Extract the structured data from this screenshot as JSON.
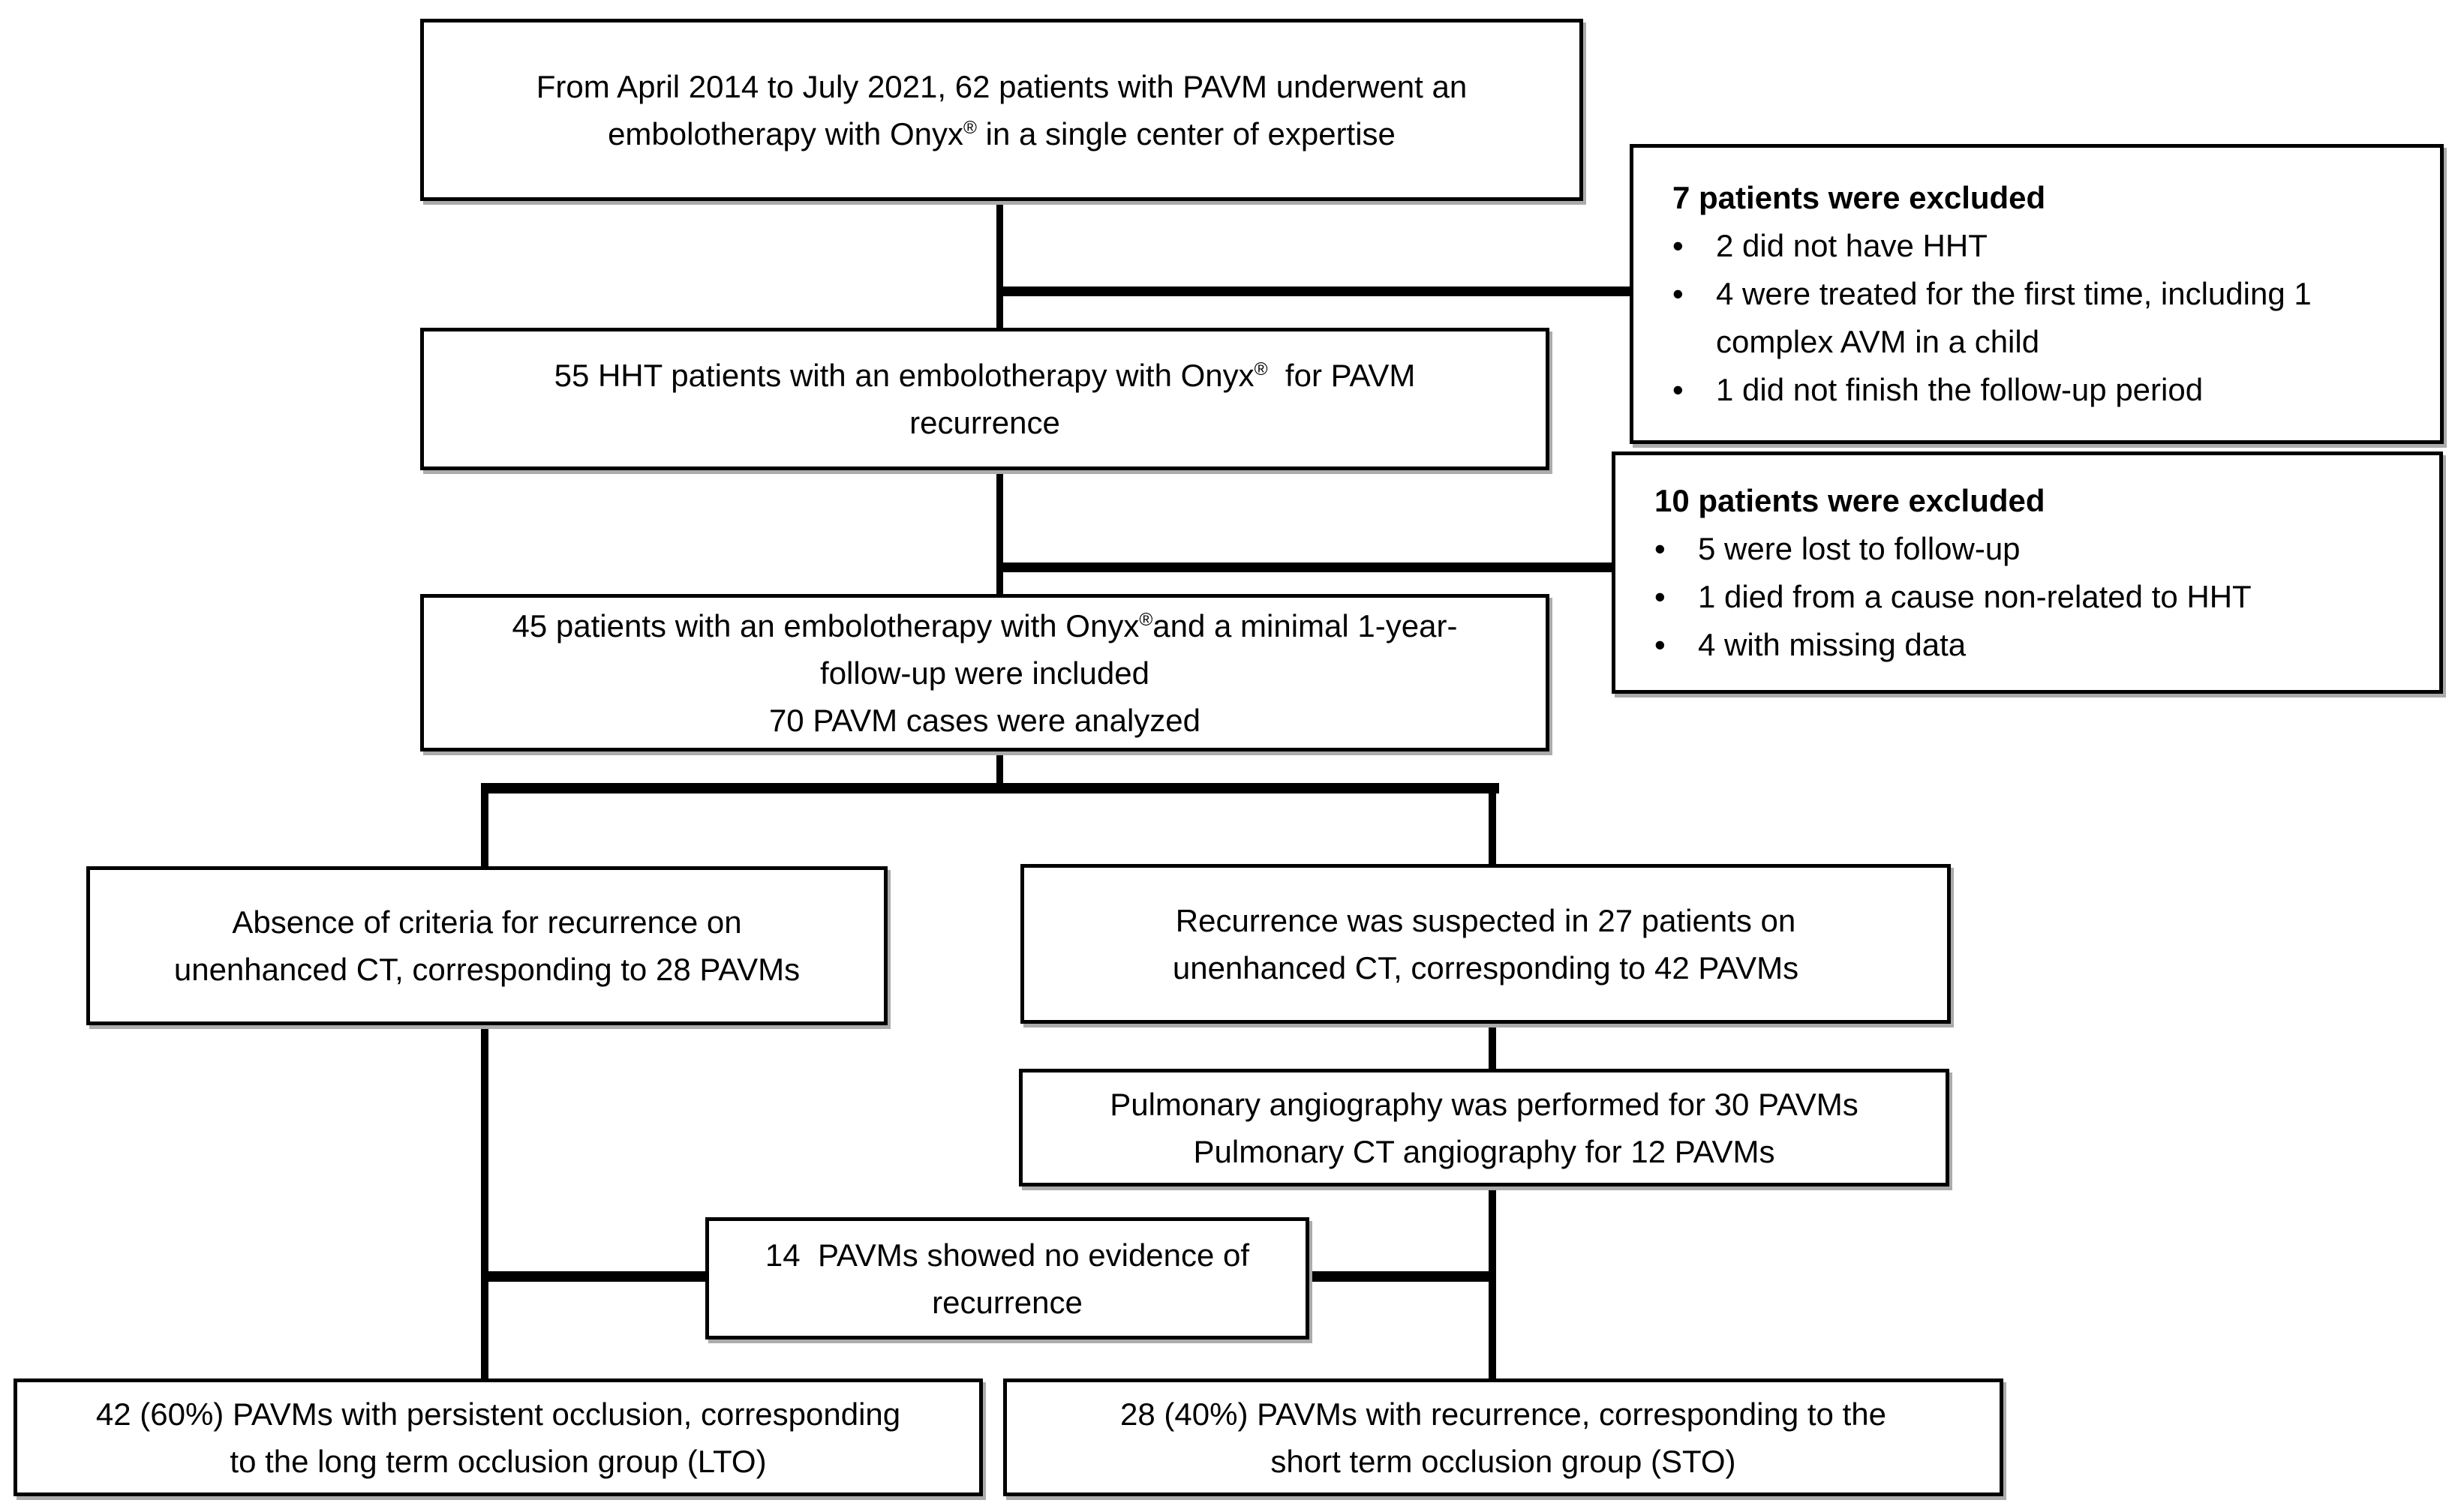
{
  "figure": {
    "type": "flowchart",
    "background_color": "#ffffff",
    "box_border_color": "#000000",
    "box_shadow_color": "#ababab",
    "text_color": "#000000",
    "boxes": {
      "start": {
        "text": "From April 2014 to July 2021, 62 patients with PAVM underwent an\nembolotherapy with Onyx® in a single center of expertise"
      },
      "excluded_7": {
        "title": "7 patients were excluded",
        "bullets": [
          "2 did not have HHT",
          "4 were treated for the first time, including 1\ncomplex AVM in a child",
          "1 did not finish the follow-up period"
        ]
      },
      "hht_55": {
        "text": "55 HHT patients with an embolotherapy with Onyx®  for PAVM\nrecurrence"
      },
      "excluded_10": {
        "title": "10 patients were excluded",
        "bullets": [
          "5 were lost to follow-up",
          "1 died from a cause non-related to HHT",
          "4 with missing data"
        ]
      },
      "included_45": {
        "text": "45 patients with an embolotherapy with Onyx®and a minimal 1-year-\nfollow-up were included\n70 PAVM cases were analyzed"
      },
      "no_recurrence_ct": {
        "text": "Absence of criteria for recurrence on\nunenhanced CT, corresponding to 28 PAVMs"
      },
      "suspected_recurrence": {
        "text": "Recurrence was suspected in 27 patients on\nunenhanced CT, corresponding to 42 PAVMs"
      },
      "angiography": {
        "text": "Pulmonary angiography was performed for 30 PAVMs\nPulmonary CT angiography for 12 PAVMs"
      },
      "no_evidence_14": {
        "text": "14  PAVMs showed no evidence of\nrecurrence"
      },
      "lto_group": {
        "text": "42 (60%) PAVMs with persistent occlusion, corresponding\nto the long term occlusion group (LTO)"
      },
      "sto_group": {
        "text": "28 (40%) PAVMs with recurrence, corresponding to the\nshort term occlusion group (STO)"
      }
    }
  }
}
